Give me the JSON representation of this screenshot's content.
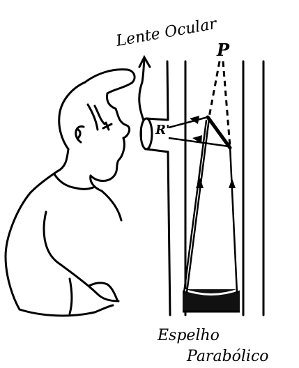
{
  "labels": {
    "eyepiece": "Lente Ocular",
    "point_p": "P",
    "point_r": "R'",
    "mirror_line1": "Espelho",
    "mirror_line2": "Parabólico"
  },
  "colors": {
    "ink": "#000000",
    "paper": "#ffffff"
  }
}
